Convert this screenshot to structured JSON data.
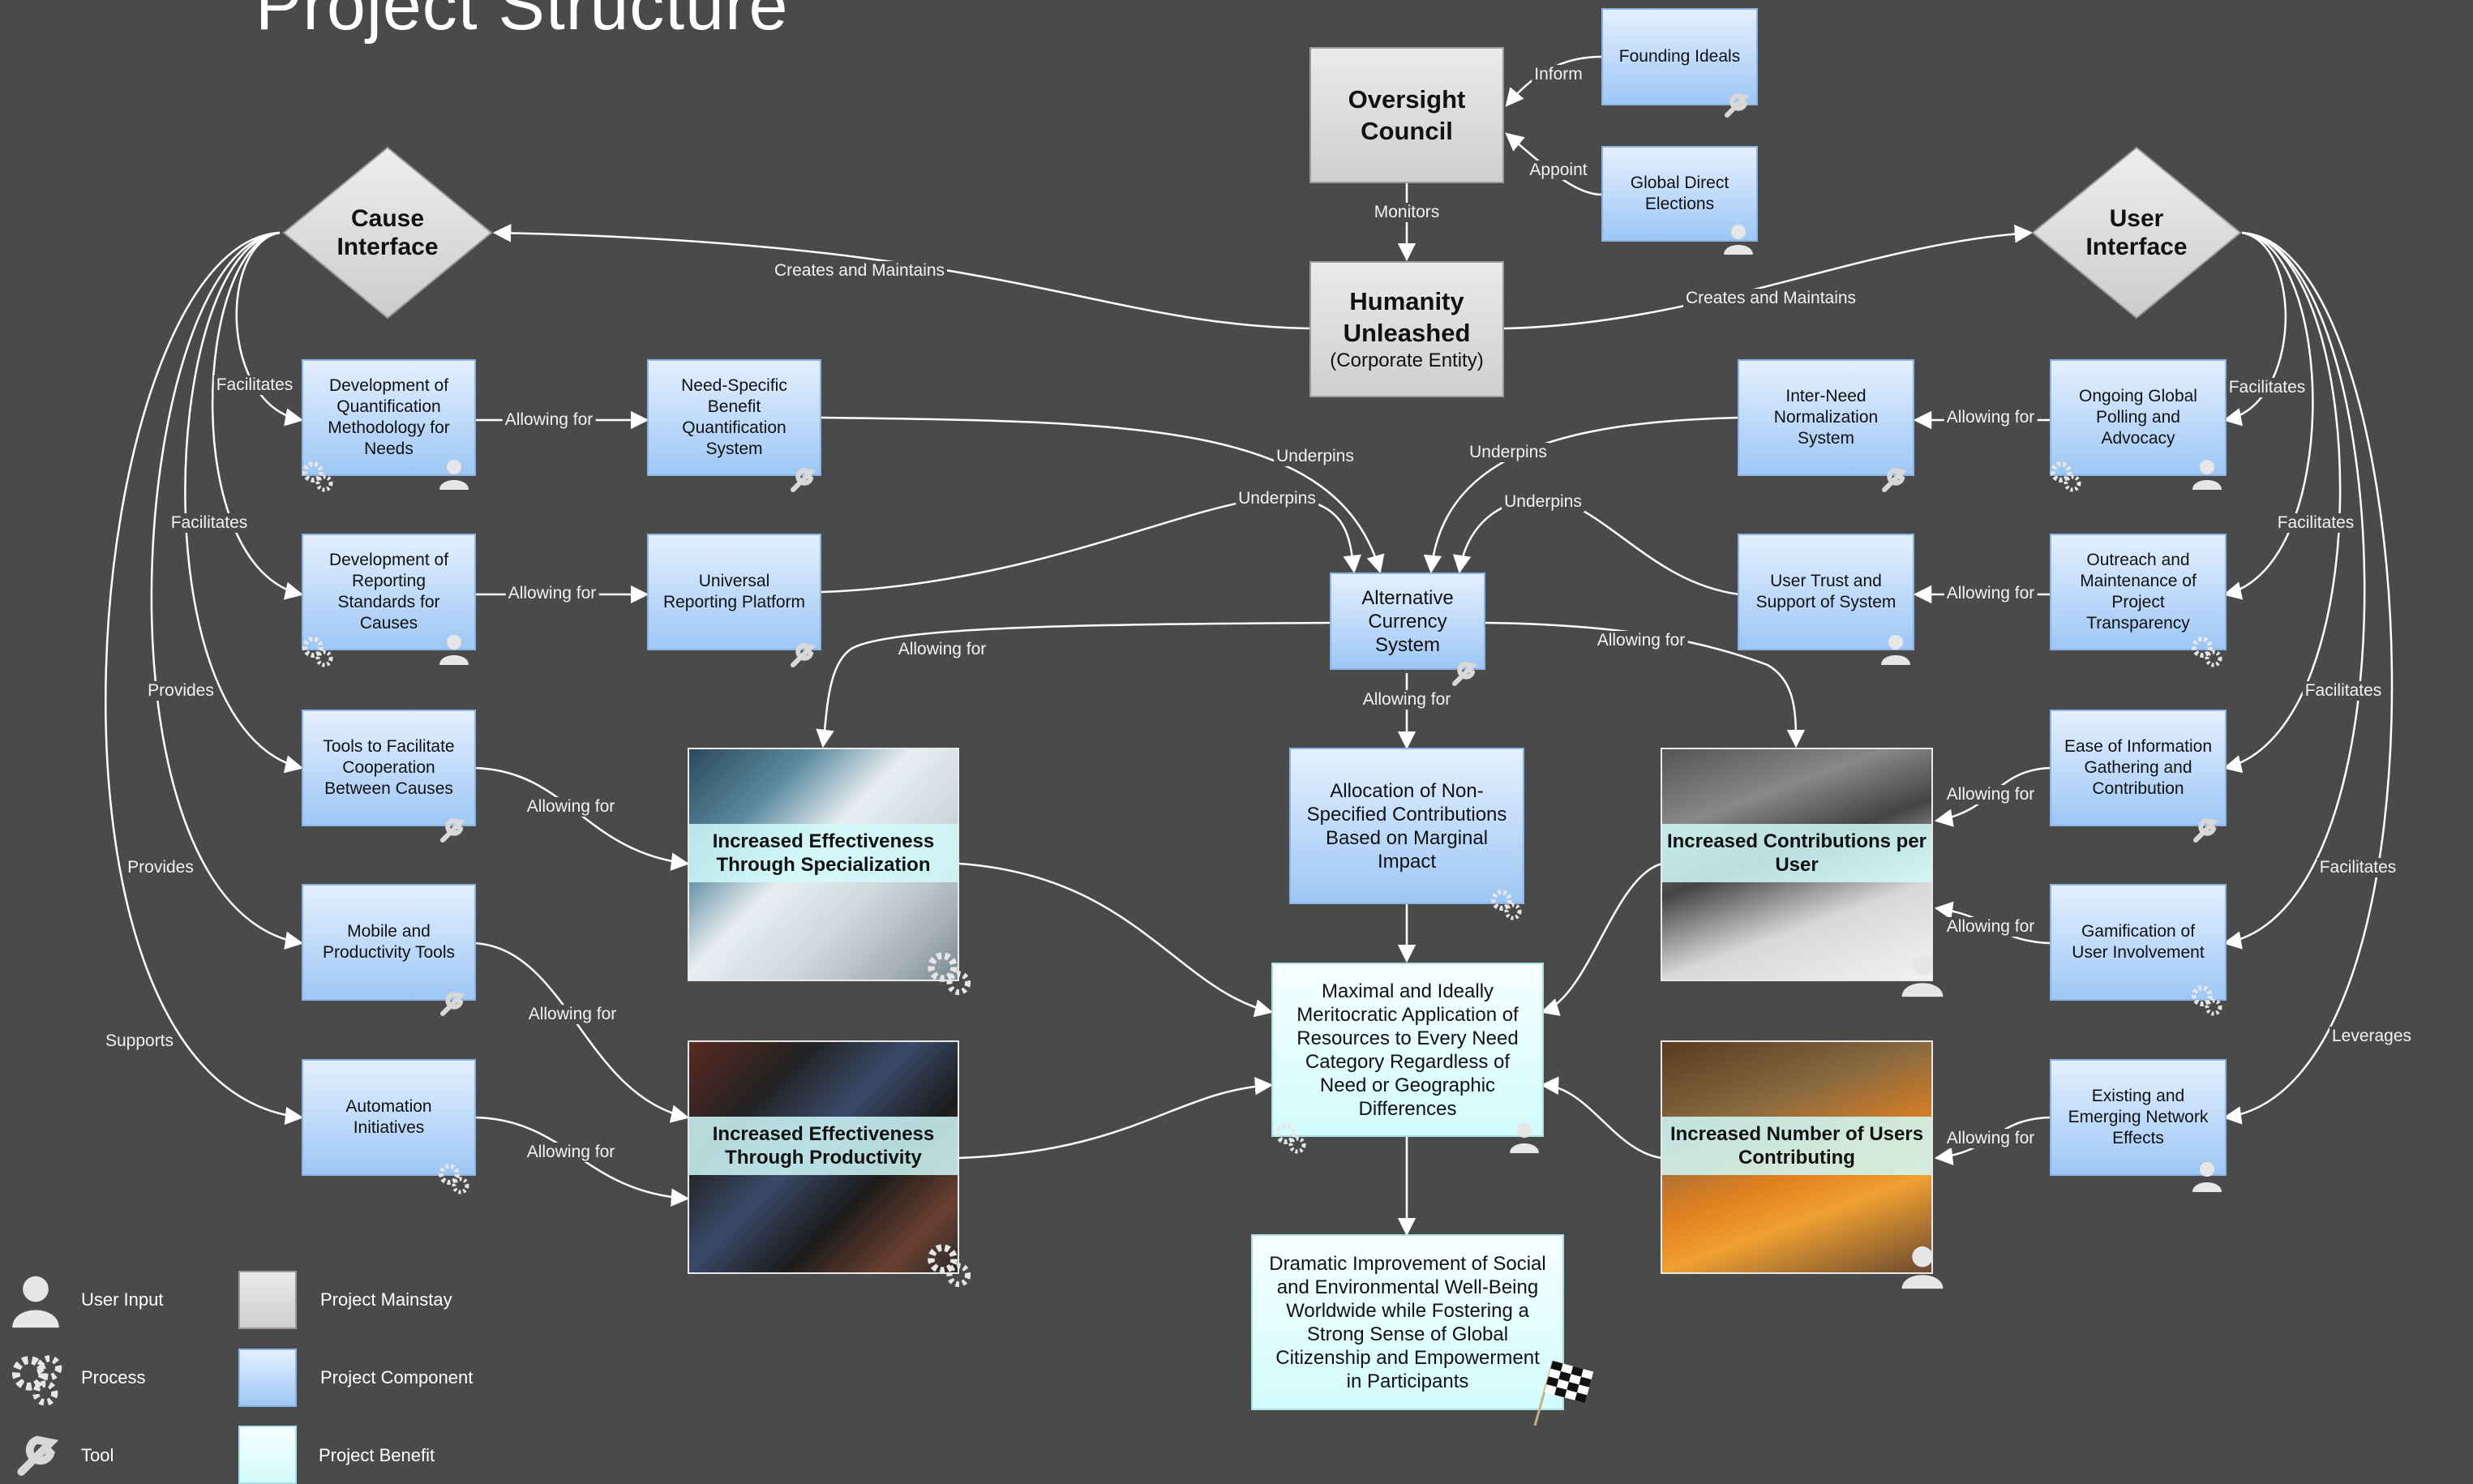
{
  "title": "Project Structure",
  "colors": {
    "background": "#4a4a4a",
    "mainstay": "#d8d8d8",
    "component": "#b4d5fa",
    "benefit": "#e4fdfd",
    "connector": "#ffffff"
  },
  "nodes": {
    "oversight": "Oversight Council",
    "founding": "Founding Ideals",
    "elections": "Global Direct Elections",
    "humanity_title": "Humanity Unleashed",
    "humanity_sub": "(Corporate Entity)",
    "cause_interface": "Cause Interface",
    "user_interface": "User Interface",
    "dev_quant": "Development of Quantification Methodology for Needs",
    "need_specific": "Need-Specific Benefit Quantification System",
    "dev_reporting": "Development of Reporting Standards for Causes",
    "universal_reporting": "Universal Reporting Platform",
    "tools_coop": "Tools to Facilitate Cooperation Between Causes",
    "mobile_tools": "Mobile and Productivity Tools",
    "automation": "Automation Initiatives",
    "inter_need": "Inter-Need Normalization System",
    "polling": "Ongoing Global Polling and Advocacy",
    "user_trust": "User Trust and Support of System",
    "outreach": "Outreach and Maintenance of Project Transparency",
    "ease_info": "Ease of Information Gathering and Contribution",
    "gamification": "Gamification of User Involvement",
    "network": "Existing and Emerging Network Effects",
    "alt_currency": "Alternative Currency System",
    "allocation": "Allocation of Non-Specified Contributions Based on Marginal Impact",
    "maximal": "Maximal and Ideally Meritocratic Application of Resources to Every Need Category Regardless of Need or Geographic Differences",
    "dramatic": "Dramatic Improvement of Social and Environmental Well-Being Worldwide while Fostering a Strong Sense of Global Citizenship and Empowerment in Participants",
    "eff_special": "Increased Effectiveness Through Specialization",
    "eff_product": "Increased Effectiveness Through Productivity",
    "contrib_user": "Increased Contributions per User",
    "num_users": "Increased Number of Users Contributing"
  },
  "edge_labels": {
    "inform": "Inform",
    "appoint": "Appoint",
    "monitors": "Monitors",
    "creates_left": "Creates and Maintains",
    "creates_right": "Creates and Maintains",
    "facilitates_l1": "Facilitates",
    "facilitates_l2": "Facilitates",
    "provides_l1": "Provides",
    "provides_l2": "Provides",
    "supports": "Supports",
    "allowing_l1": "Allowing for",
    "allowing_l2": "Allowing for",
    "allowing_l3": "Allowing for",
    "allowing_l4": "Allowing for",
    "allowing_l5": "Allowing for",
    "allowing_r1": "Allowing for",
    "allowing_r2": "Allowing for",
    "allowing_r3": "Allowing for",
    "allowing_r4": "Allowing for",
    "allowing_r5": "Allowing for",
    "allowing_cur_l": "Allowing for",
    "allowing_cur_r": "Allowing for",
    "allowing_cur_down": "Allowing for",
    "underpins_1": "Underpins",
    "underpins_2": "Underpins",
    "underpins_3": "Underpins",
    "underpins_4": "Underpins",
    "facilitates_r1": "Facilitates",
    "facilitates_r2": "Facilitates",
    "facilitates_r3": "Facilitates",
    "facilitates_r4": "Facilitates",
    "leverages": "Leverages"
  },
  "legend": {
    "user_input": "User Input",
    "process": "Process",
    "tool": "Tool",
    "mainstay": "Project Mainstay",
    "component": "Project Component",
    "benefit": "Project Benefit"
  },
  "icons": [
    "user-input-icon",
    "process-gears-icon",
    "tool-wrench-icon",
    "checkered-flag-icon"
  ]
}
